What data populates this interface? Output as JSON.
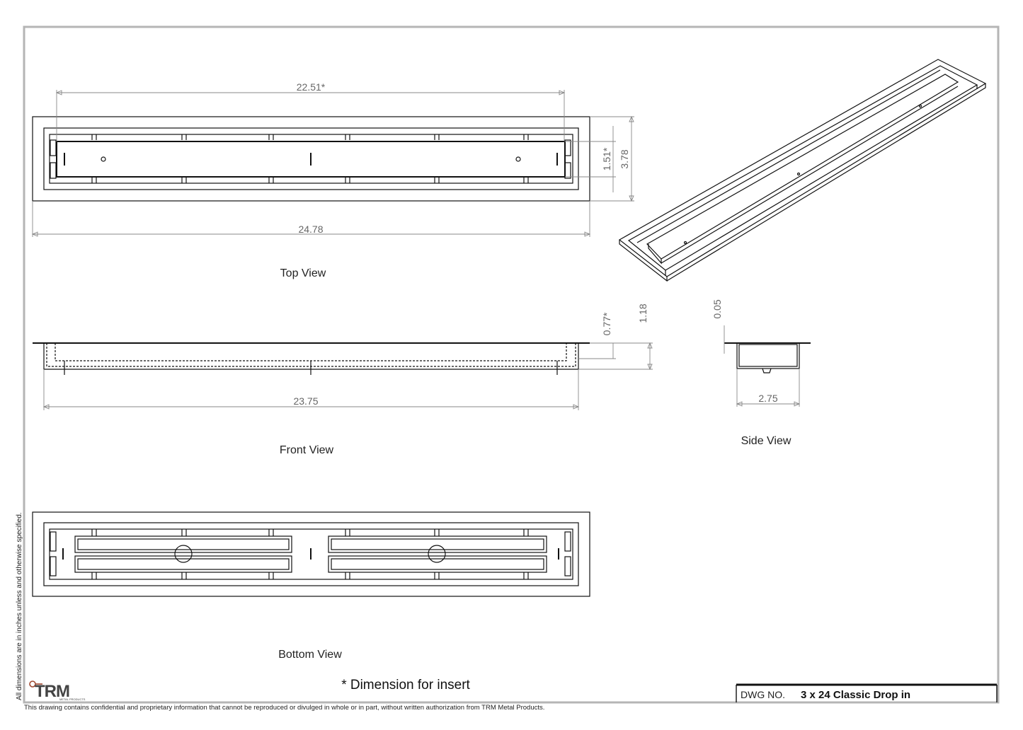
{
  "views": {
    "top": "Top View",
    "front": "Front View",
    "side": "Side View",
    "bottom": "Bottom View",
    "isometric": ""
  },
  "dimensions": {
    "top_insert_length": "22.51*",
    "top_overall_length": "24.78",
    "top_insert_width": "1.51*",
    "top_overall_width": "3.78",
    "front_insert_depth": "0.77*",
    "front_overall_height": "1.18",
    "front_length": "23.75",
    "side_flange": "0.05",
    "side_width": "2.75"
  },
  "notes": {
    "units": "All dimensions are in inches unless and otherwise specified.",
    "insert": "* Dimension for insert",
    "confidential": "This drawing contains confidential and proprietary information that cannot be reproduced or divulged in whole or in part, without written authorization from TRM Metal Products."
  },
  "title_block": {
    "dwg_label": "DWG NO.",
    "dwg_value": "3 x 24 Classic Drop in"
  },
  "logo": {
    "text": "TRM",
    "subtext": "METAL PRODUCTS",
    "accent_color": "#a0472e"
  }
}
